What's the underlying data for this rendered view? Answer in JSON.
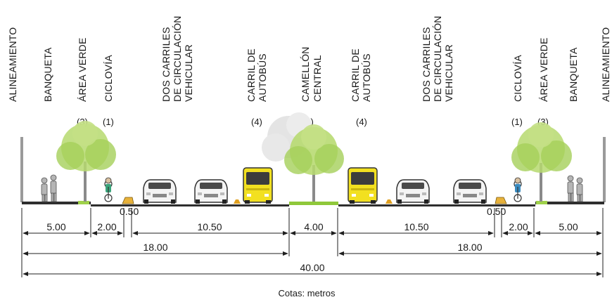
{
  "labels": {
    "alineamiento_left": "ALINEAMIENTO",
    "banqueta_left": "BANQUETA",
    "area_verde_left": "ÁREA VERDE",
    "ciclovia_left": "CICLOVÍA",
    "carriles_left": [
      "DOS CARRILES",
      "DE CIRCULACIÓN",
      "VEHICULAR"
    ],
    "carril_bus_left": [
      "CARRIL DE",
      "AUTOBÚS"
    ],
    "camellon": [
      "CAMELLÓN",
      "CENTRAL"
    ],
    "carril_bus_right": [
      "CARRIL DE",
      "AUTOBÚS"
    ],
    "carriles_right": [
      "DOS CARRILES",
      "DE CIRCULACIÓN",
      "VEHICULAR"
    ],
    "ciclovia_right": "CICLOVÍA",
    "area_verde_right": "ÁREA VERDE",
    "banqueta_right": "BANQUETA",
    "alineamiento_right": "ALINEAMIENTO"
  },
  "notes": {
    "n3_left": "(3)",
    "n1_left": "(1)",
    "n4_left": "(4)",
    "n2_center": "(2)",
    "n4_right": "(4)",
    "n1_right": "(1)",
    "n3_right": "(3)"
  },
  "dimensions": {
    "gap_left": "0.50",
    "gap_right": "0.50",
    "banqueta_left": "5.00",
    "ciclovia_left": "2.00",
    "carriles_left": "10.50",
    "camellon": "4.00",
    "carriles_right": "10.50",
    "ciclovia_right": "2.00",
    "banqueta_right": "5.00",
    "half_left": "18.00",
    "half_right": "18.00",
    "total": "40.00"
  },
  "caption": "Cotas: metros",
  "colors": {
    "grass": "#9fd14a",
    "tree": "#a9d160",
    "bus": "#f2e020",
    "car": "#f4f4f4",
    "road": "#333333",
    "line": "#1f1f1f"
  }
}
